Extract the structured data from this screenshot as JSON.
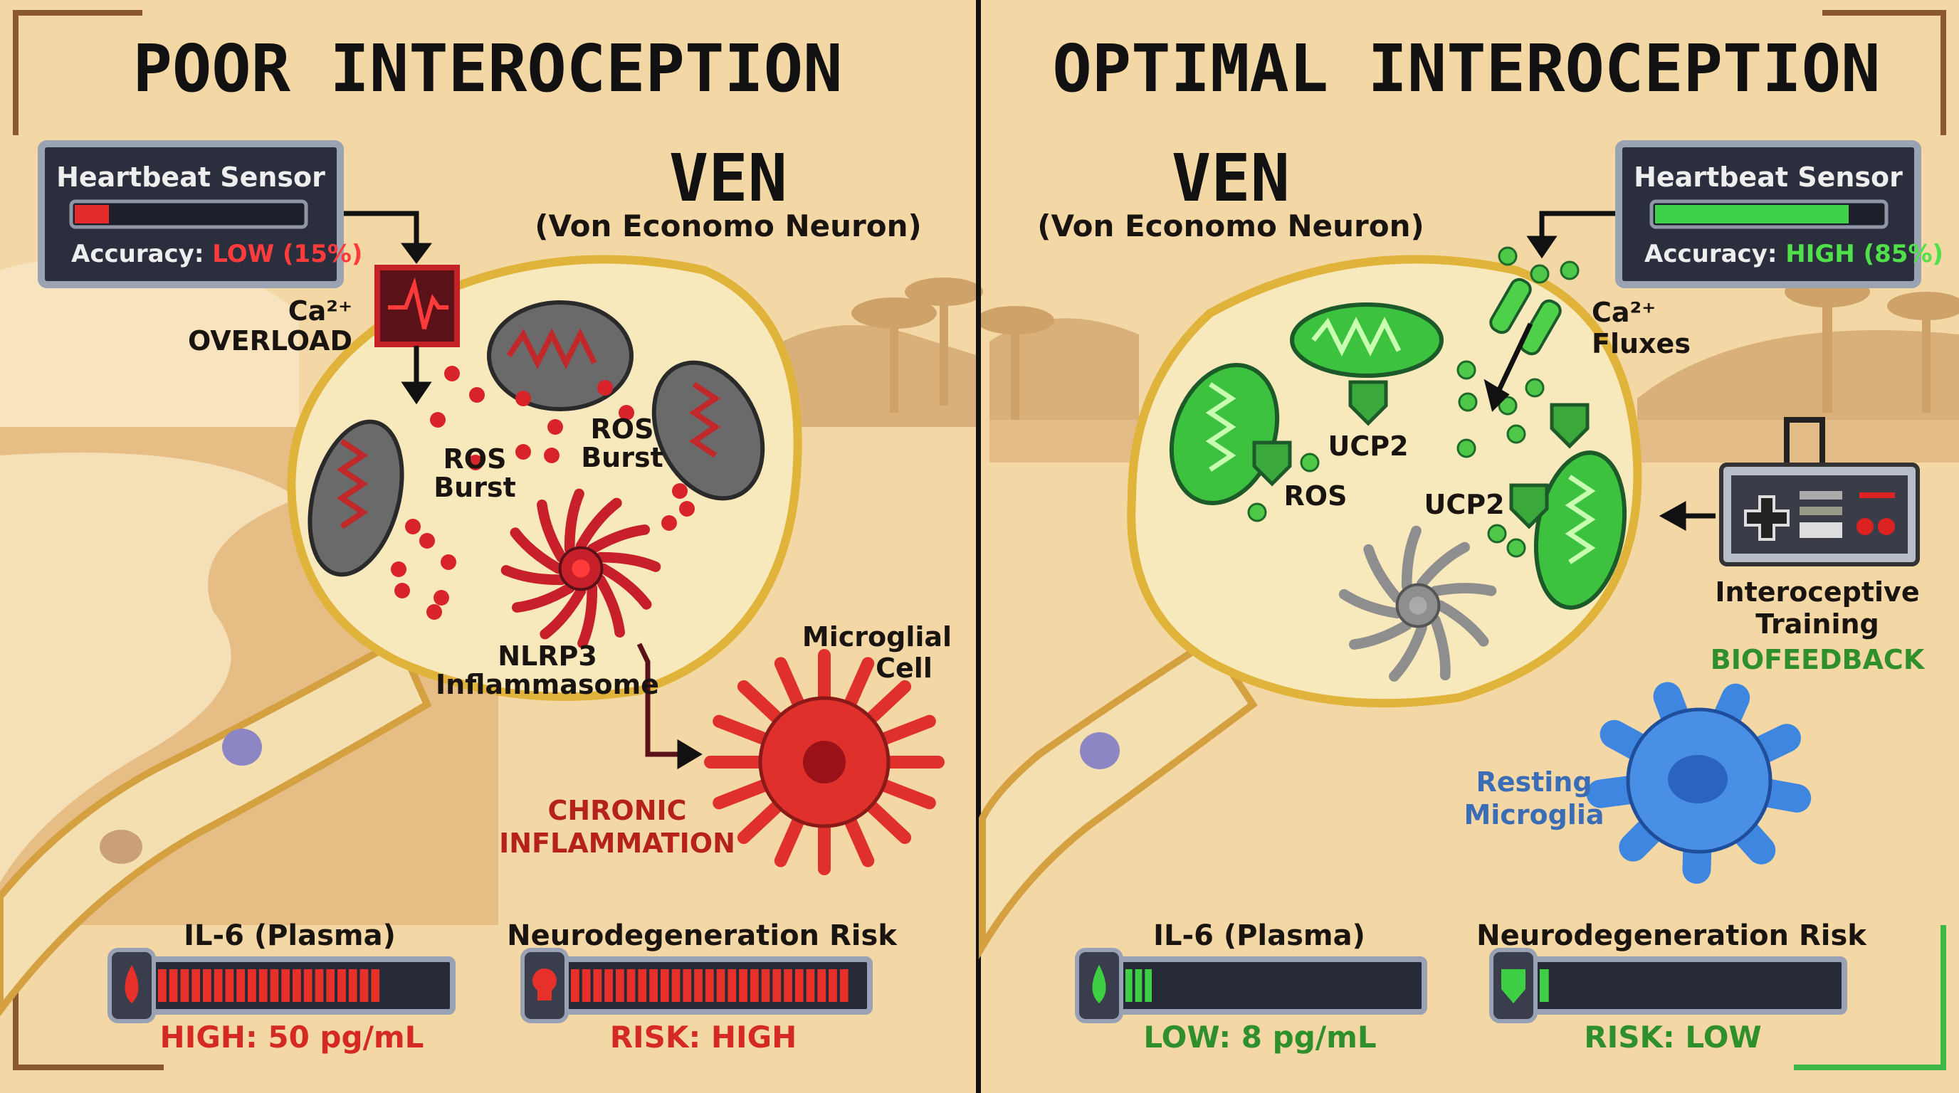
{
  "left": {
    "title": "POOR INTEROCEPTION",
    "sensor": {
      "title": "Heartbeat Sensor",
      "accuracy_label": "Accuracy:",
      "accuracy_value": "LOW (15%)",
      "accuracy_fraction": 0.15,
      "color": "#e52b2b"
    },
    "ven_title": "VEN",
    "ven_subtitle": "(Von Economo Neuron)",
    "ca_label_1": "Ca²⁺",
    "ca_label_2": "OVERLOAD",
    "ros_1a": "ROS",
    "ros_1b": "Burst",
    "ros_2a": "ROS",
    "ros_2b": "Burst",
    "nlrp3_1": "NLRP3",
    "nlrp3_2": "Inflammasome",
    "microglia_1": "Microglial",
    "microglia_2": "Cell",
    "chronic_1": "CHRONIC",
    "chronic_2": "INFLAMMATION",
    "il6": {
      "label": "IL-6 (Plasma)",
      "value": "HIGH: 50 pg/mL",
      "fill": 0.78,
      "icon": "blood-drop-icon"
    },
    "risk": {
      "label": "Neurodegeneration Risk",
      "value": "RISK: HIGH",
      "fill": 0.96,
      "icon": "skull-icon"
    },
    "accent": "#d42a22"
  },
  "right": {
    "title": "OPTIMAL INTEROCEPTION",
    "sensor": {
      "title": "Heartbeat Sensor",
      "accuracy_label": "Accuracy:",
      "accuracy_value": "HIGH (85%)",
      "accuracy_fraction": 0.85,
      "color": "#3fd14a"
    },
    "ven_title": "VEN",
    "ven_subtitle": "(Von Economo Neuron)",
    "ca_label_1": "Ca²⁺",
    "ca_label_2": "Fluxes",
    "ucp2_1": "UCP2",
    "ucp2_2": "UCP2",
    "ros": "ROS",
    "training_1": "Interoceptive",
    "training_2": "Training",
    "training_3": "BIOFEEDBACK",
    "resting_1": "Resting",
    "resting_2": "Microglia",
    "il6": {
      "label": "IL-6 (Plasma)",
      "value": "LOW: 8 pg/mL",
      "fill": 0.1,
      "icon": "green-drop-icon"
    },
    "risk": {
      "label": "Neurodegeneration Risk",
      "value": "RISK: LOW",
      "fill": 0.04,
      "icon": "shield-icon"
    },
    "accent": "#2f8f2a"
  }
}
